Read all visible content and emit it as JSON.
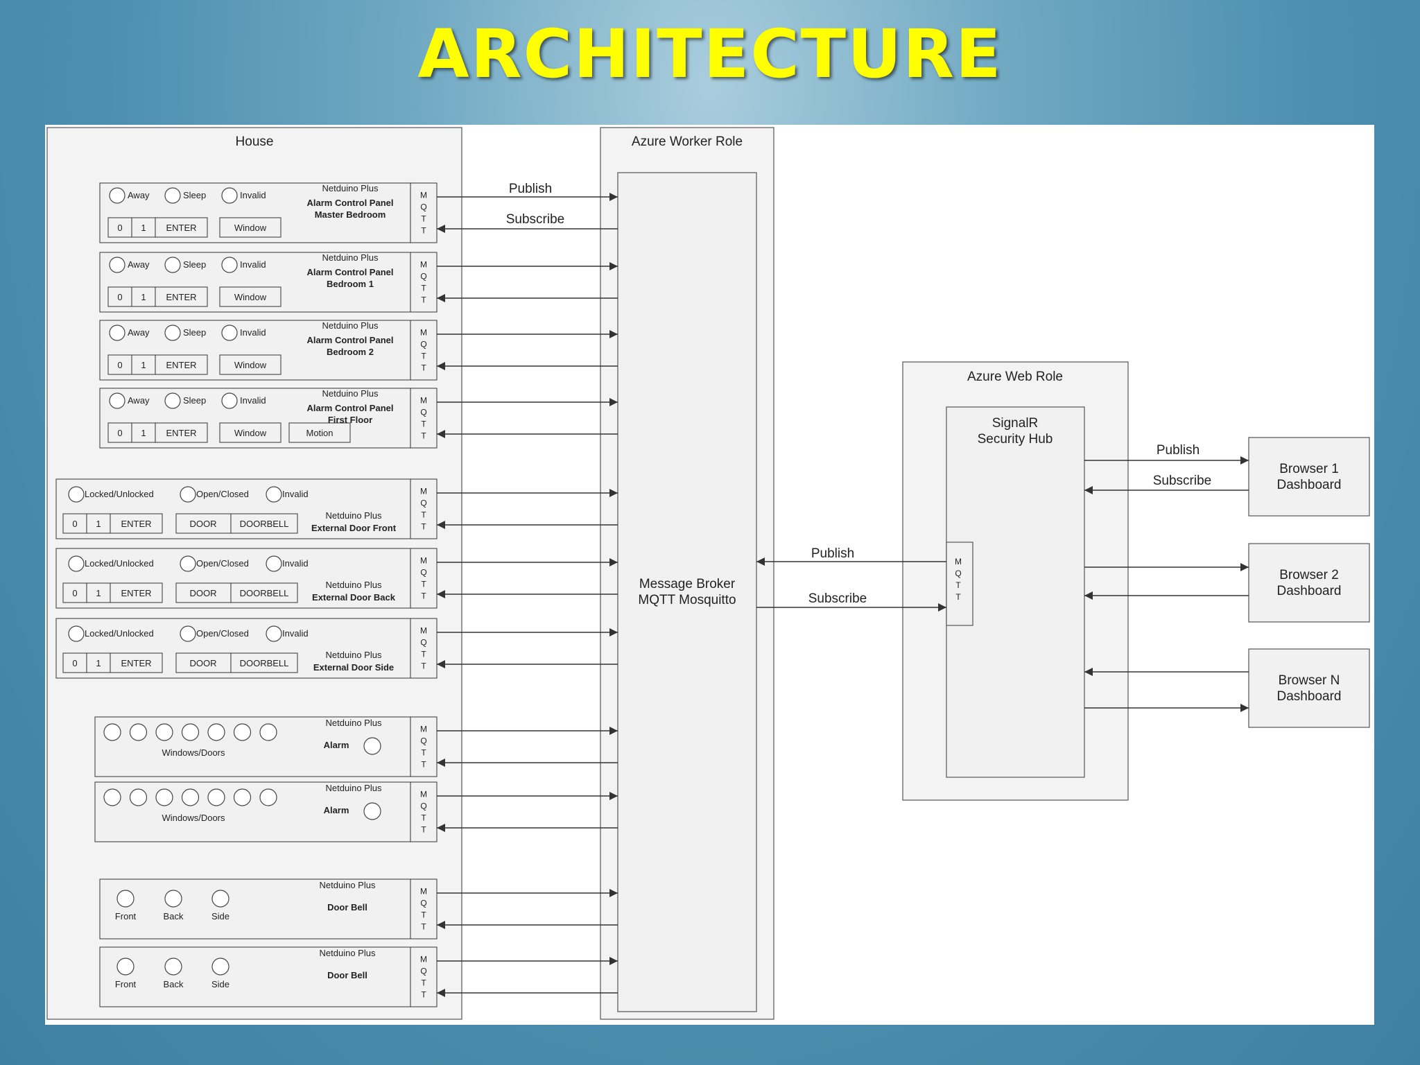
{
  "title": "ARCHITECTURE",
  "house": {
    "label": "House",
    "mqtt_letters": [
      "M",
      "Q",
      "T",
      "T"
    ],
    "alarm_panels": [
      {
        "radios": [
          "Away",
          "Sleep",
          "Invalid"
        ],
        "keys": [
          "0",
          "1",
          "ENTER"
        ],
        "extra_keys": [
          "Window"
        ],
        "device": "Netduino Plus",
        "name_lines": [
          "Alarm Control Panel",
          "Master Bedroom"
        ]
      },
      {
        "radios": [
          "Away",
          "Sleep",
          "Invalid"
        ],
        "keys": [
          "0",
          "1",
          "ENTER"
        ],
        "extra_keys": [
          "Window"
        ],
        "device": "Netduino Plus",
        "name_lines": [
          "Alarm Control Panel",
          "Bedroom 1"
        ]
      },
      {
        "radios": [
          "Away",
          "Sleep",
          "Invalid"
        ],
        "keys": [
          "0",
          "1",
          "ENTER"
        ],
        "extra_keys": [
          "Window"
        ],
        "device": "Netduino Plus",
        "name_lines": [
          "Alarm Control Panel",
          "Bedroom 2"
        ]
      },
      {
        "radios": [
          "Away",
          "Sleep",
          "Invalid"
        ],
        "keys": [
          "0",
          "1",
          "ENTER"
        ],
        "extra_keys": [
          "Window",
          "Motion"
        ],
        "device": "Netduino Plus",
        "name_lines": [
          "Alarm Control Panel",
          "First Floor"
        ]
      }
    ],
    "door_panels": [
      {
        "radios": [
          "Locked/Unlocked",
          "Open/Closed",
          "Invalid"
        ],
        "keys": [
          "0",
          "1",
          "ENTER"
        ],
        "extra_keys": [
          "DOOR",
          "DOORBELL"
        ],
        "device": "Netduino Plus",
        "name": "External Door Front"
      },
      {
        "radios": [
          "Locked/Unlocked",
          "Open/Closed",
          "Invalid"
        ],
        "keys": [
          "0",
          "1",
          "ENTER"
        ],
        "extra_keys": [
          "DOOR",
          "DOORBELL"
        ],
        "device": "Netduino Plus",
        "name": "External Door Back"
      },
      {
        "radios": [
          "Locked/Unlocked",
          "Open/Closed",
          "Invalid"
        ],
        "keys": [
          "0",
          "1",
          "ENTER"
        ],
        "extra_keys": [
          "DOOR",
          "DOORBELL"
        ],
        "device": "Netduino Plus",
        "name": "External Door Side"
      }
    ],
    "sensor_panels": [
      {
        "device": "Netduino Plus",
        "sensor_label": "Windows/Doors",
        "alarm_label": "Alarm"
      },
      {
        "device": "Netduino Plus",
        "sensor_label": "Windows/Doors",
        "alarm_label": "Alarm"
      }
    ],
    "doorbell_panels": [
      {
        "device": "Netduino Plus",
        "name": "Door Bell",
        "buttons": [
          "Front",
          "Back",
          "Side"
        ]
      },
      {
        "device": "Netduino Plus",
        "name": "Door Bell",
        "buttons": [
          "Front",
          "Back",
          "Side"
        ]
      }
    ]
  },
  "worker_role": {
    "label": "Azure Worker Role",
    "broker_lines": [
      "Message Broker",
      "MQTT Mosquitto"
    ],
    "publish_label": "Publish",
    "subscribe_label": "Subscribe"
  },
  "web_role": {
    "label": "Azure Web Role",
    "hub_lines": [
      "SignalR",
      "Security Hub"
    ],
    "publish_label": "Publish",
    "subscribe_label": "Subscribe",
    "broker_publish_label": "Publish",
    "broker_subscribe_label": "Subscribe"
  },
  "browsers": [
    {
      "lines": [
        "Browser 1",
        "Dashboard"
      ]
    },
    {
      "lines": [
        "Browser 2",
        "Dashboard"
      ]
    },
    {
      "lines": [
        "Browser N",
        "Dashboard"
      ]
    }
  ]
}
